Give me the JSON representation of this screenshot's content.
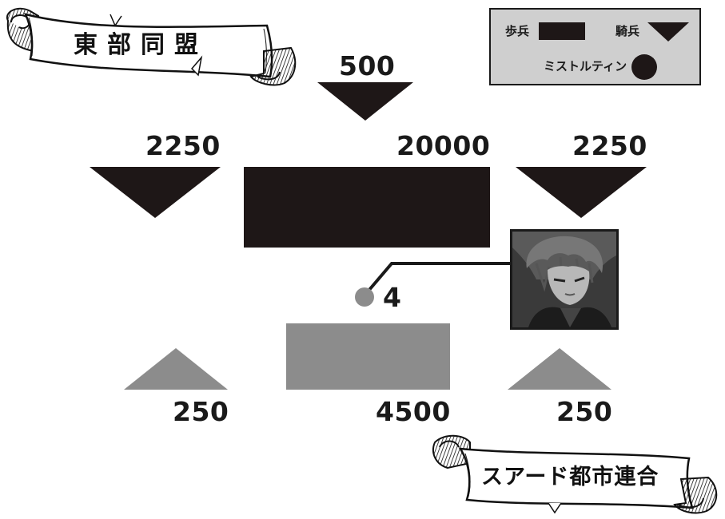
{
  "factions": {
    "top": "東部同盟",
    "bottom": "スアード都市連合"
  },
  "legend": {
    "infantry_label": "歩兵",
    "cavalry_label": "騎兵",
    "mistletain_label": "ミストルティン",
    "swatch_color": "#1e1717"
  },
  "top_army": {
    "color": "#1e1717",
    "cavalry_top": "500",
    "cavalry_left": "2250",
    "infantry_center": "20000",
    "cavalry_right": "2250"
  },
  "bottom_army": {
    "color": "#8c8c8c",
    "mistletain_count": "4",
    "cavalry_left": "250",
    "infantry_center": "4500",
    "cavalry_right": "250"
  },
  "portrait": {
    "subject": "character-portrait"
  },
  "icons": {
    "infantry": "rectangle",
    "cavalry_top": "triangle-down",
    "cavalry_bottom": "triangle-up",
    "mistletain": "circle"
  }
}
